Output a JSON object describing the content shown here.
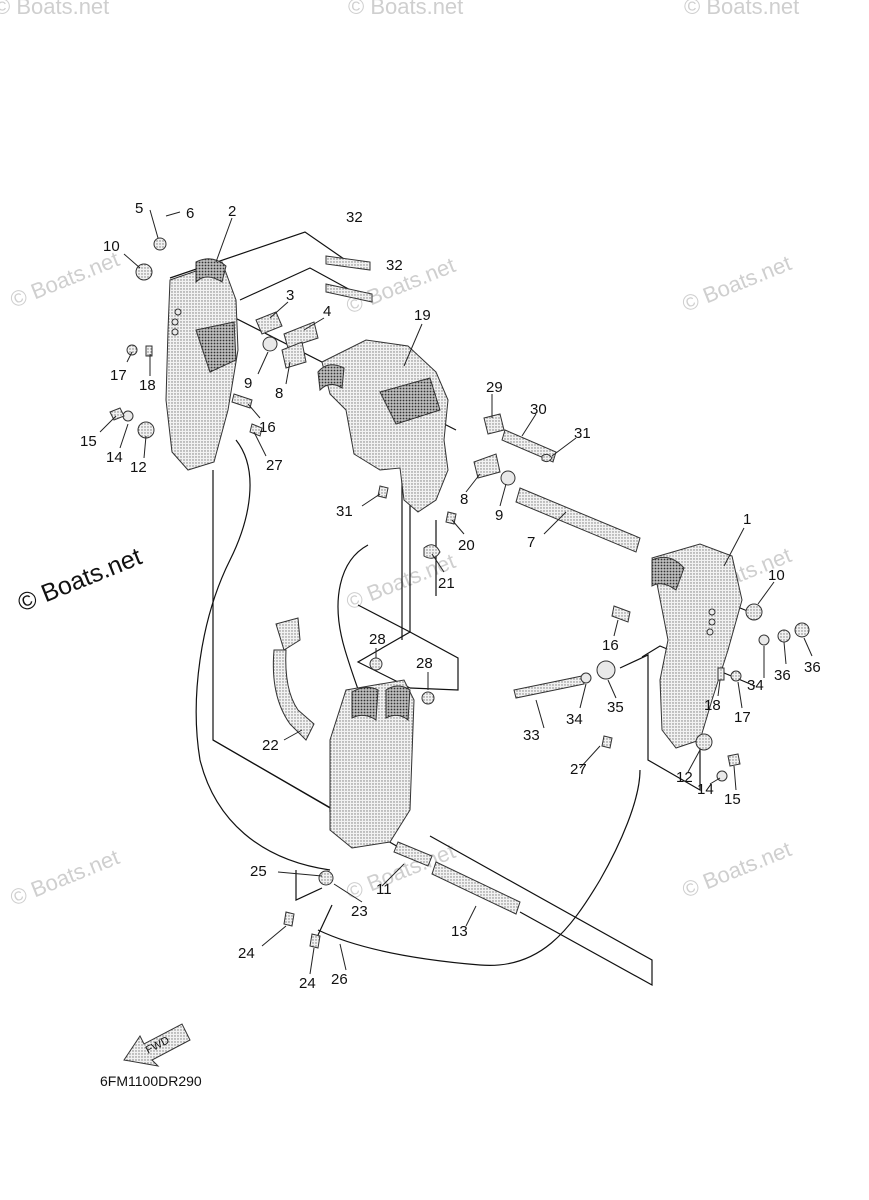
{
  "drawing_code": "6FM1100DR290",
  "fwd_label": "FWD",
  "watermark": "© Boats.net",
  "callouts": [
    "1",
    "2",
    "3",
    "4",
    "5",
    "6",
    "7",
    "8",
    "8",
    "9",
    "9",
    "10",
    "10",
    "11",
    "12",
    "12",
    "13",
    "14",
    "14",
    "15",
    "15",
    "16",
    "16",
    "17",
    "17",
    "18",
    "18",
    "19",
    "20",
    "21",
    "22",
    "23",
    "24",
    "24",
    "25",
    "26",
    "27",
    "27",
    "28",
    "28",
    "29",
    "30",
    "31",
    "31",
    "32",
    "32",
    "33",
    "34",
    "34",
    "35",
    "36",
    "36"
  ]
}
